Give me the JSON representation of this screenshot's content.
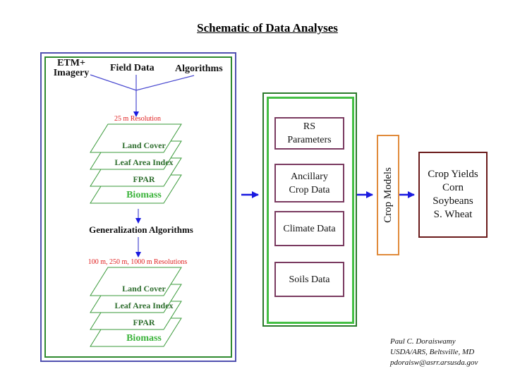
{
  "title": "Schematic of Data Analyses",
  "left_panel": {
    "inputs": {
      "etm_line1": "ETM+",
      "etm_line2": "Imagery",
      "field_data": "Field Data",
      "algorithms": "Algorithms"
    },
    "resolution_1": "25 m Resolution",
    "layers_1": [
      "Land Cover",
      "Leaf Area Index",
      "FPAR",
      "Biomass"
    ],
    "generalization": "Generalization Algorithms",
    "resolution_2": "100 m, 250 m, 1000 m Resolutions",
    "layers_2": [
      "Land Cover",
      "Leaf Area Index",
      "FPAR",
      "Biomass"
    ]
  },
  "middle_panel": {
    "boxes": [
      {
        "line1": "RS",
        "line2": "Parameters"
      },
      {
        "line1": "Ancillary",
        "line2": "Crop Data"
      },
      {
        "line1": "Climate Data",
        "line2": ""
      },
      {
        "line1": "Soils Data",
        "line2": ""
      }
    ]
  },
  "crop_models": "Crop Models",
  "outputs": {
    "title": "Crop Yields",
    "items": [
      "Corn",
      "Soybeans",
      "S. Wheat"
    ]
  },
  "credit": {
    "name": "Paul C. Doraiswamy",
    "affiliation": "USDA/ARS, Beltsville, MD",
    "email": "pdoraisw@asrr.arsusda.gov"
  },
  "colors": {
    "arrow": "#1a1ae0",
    "left_border": "#5050b0",
    "green_border": "#2f8a2f",
    "inner_green": "#44c044",
    "box_border": "#7a3a60",
    "crop_models_border": "#e08a3a",
    "yields_border": "#6a1a1a",
    "resolution_text": "#e02020"
  }
}
